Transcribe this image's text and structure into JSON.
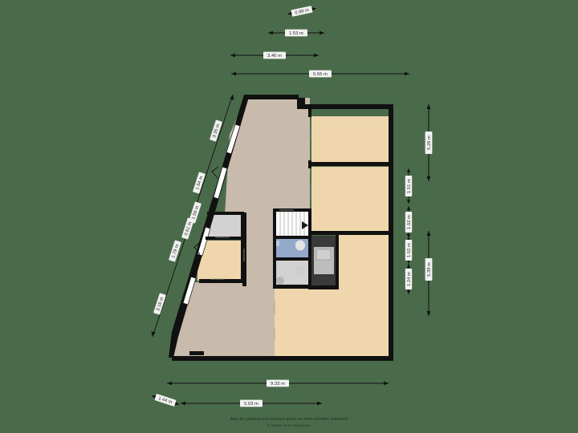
{
  "document": {
    "type": "floor-plan",
    "background_color": "#4a6b4a",
    "footer_line1": "Aan de plattegrond kunnen geen rechten worden ontleend",
    "footer_line2": "© Meten weet Makelaars"
  },
  "palette": {
    "wall": "#111111",
    "background": "#4a6b4a",
    "room_beige": "#f0d6ac",
    "room_taupe": "#c8bbac",
    "room_grey": "#d2d2d2",
    "room_blue": "#94a9c9",
    "shaft_dark": "#3a3a3a",
    "stairs_white": "#ffffff",
    "label_bg": "#f2f2f2",
    "label_text": "#1a1a1a"
  },
  "dimensions": {
    "top": [
      {
        "id": "top-0-99",
        "text": "0.99 m",
        "rotated": true
      },
      {
        "id": "top-1-53",
        "text": "1.53 m",
        "rotated": false
      },
      {
        "id": "top-3-46",
        "text": "3.46 m",
        "rotated": false
      },
      {
        "id": "top-5-55",
        "text": "5.55 m",
        "rotated": false
      }
    ],
    "right_outer": [
      {
        "id": "right-5-26",
        "text": "5.26 m"
      },
      {
        "id": "right-5-39",
        "text": "5.39 m"
      }
    ],
    "right_inner": [
      {
        "id": "right-1-51",
        "text": "1.51 m"
      },
      {
        "id": "right-1-02-a",
        "text": "1.02 m"
      },
      {
        "id": "right-1-02-b",
        "text": "1.02 m"
      },
      {
        "id": "right-1-24",
        "text": "1.24 m"
      }
    ],
    "left_diagonal": [
      {
        "id": "left-3-35",
        "text": "3.35 m"
      },
      {
        "id": "left-1-54",
        "text": "1.54 m"
      },
      {
        "id": "left-1-59",
        "text": "1.59 m"
      },
      {
        "id": "left-0-61",
        "text": "0.61 m"
      },
      {
        "id": "left-1-79",
        "text": "1.79 m"
      },
      {
        "id": "left-3-16",
        "text": "3.16 m"
      }
    ],
    "bottom": [
      {
        "id": "bottom-9-33",
        "text": "9.33 m"
      },
      {
        "id": "bottom-1-44",
        "text": "1.44 m",
        "rotated": true
      },
      {
        "id": "bottom-5-03",
        "text": "5.03 m"
      }
    ]
  },
  "rooms": [
    {
      "id": "room-upper-right-1",
      "fill_key": "room_beige"
    },
    {
      "id": "room-upper-right-2",
      "fill_key": "room_beige"
    },
    {
      "id": "room-lower-right-large",
      "fill_key": "room_beige"
    },
    {
      "id": "room-hall-upper",
      "fill_key": "room_taupe"
    },
    {
      "id": "room-hall-lower",
      "fill_key": "room_taupe"
    },
    {
      "id": "room-left-lower-large",
      "fill_key": "room_taupe"
    },
    {
      "id": "room-left-small-beige",
      "fill_key": "room_beige"
    },
    {
      "id": "room-left-small-grey",
      "fill_key": "room_grey"
    },
    {
      "id": "room-stairs",
      "fill_key": "stairs_white"
    },
    {
      "id": "room-bathroom",
      "fill_key": "room_blue"
    },
    {
      "id": "room-wc",
      "fill_key": "room_grey"
    },
    {
      "id": "room-shaft",
      "fill_key": "shaft_dark"
    }
  ]
}
